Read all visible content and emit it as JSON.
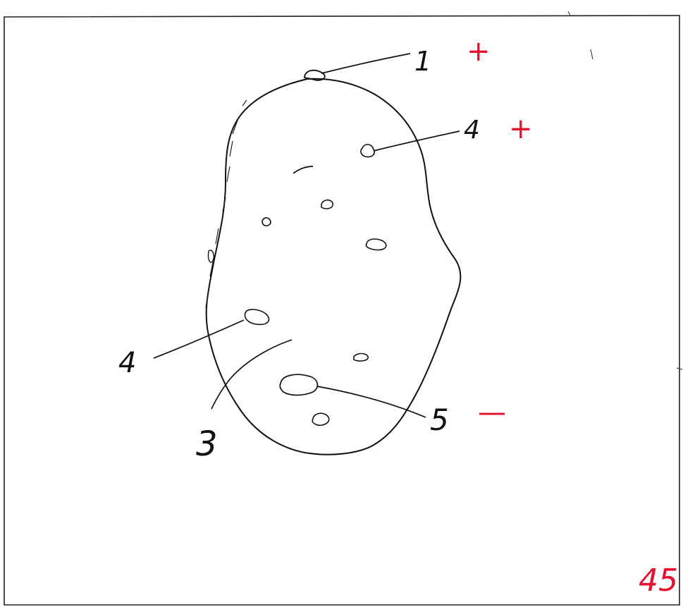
{
  "labels": {
    "label_1": "1",
    "label_4_upper": "4",
    "label_4_left": "4",
    "label_3": "3",
    "label_5": "5"
  },
  "grades": {
    "mark_1": "+",
    "mark_4": "+",
    "mark_5": "—",
    "score": "45"
  },
  "colors": {
    "ink": "#111111",
    "grade_red": "#e8112d",
    "frame": "#222222",
    "paper": "#ffffff"
  }
}
